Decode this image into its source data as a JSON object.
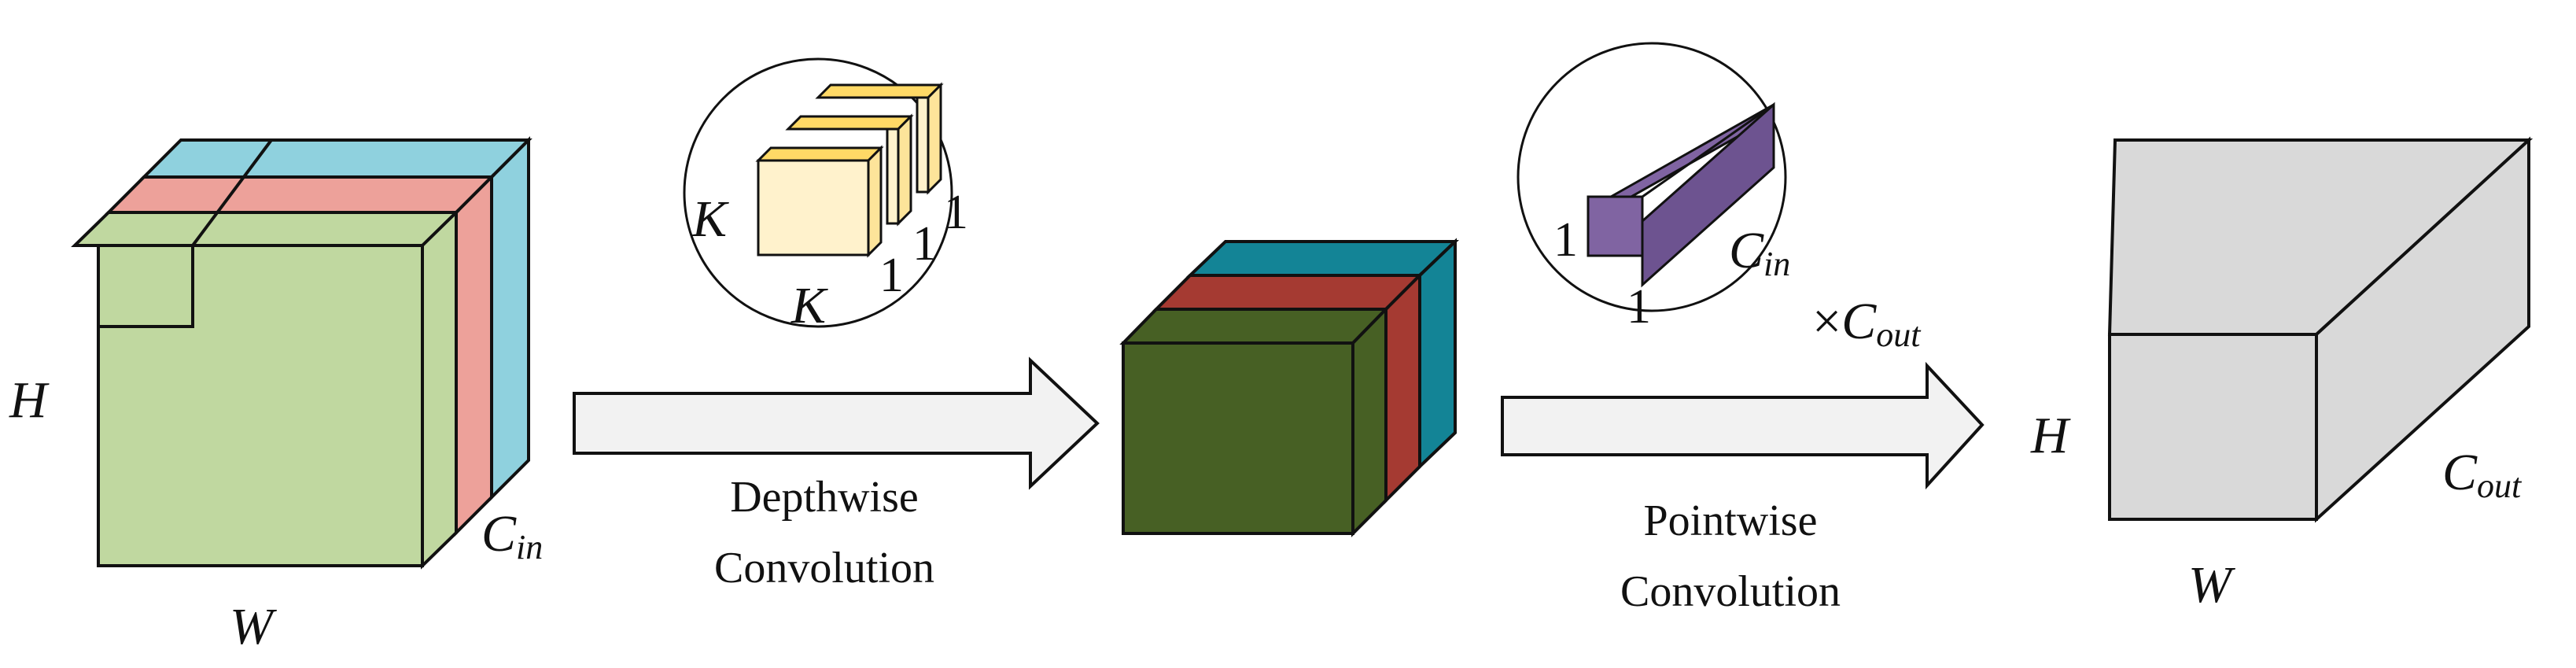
{
  "colors": {
    "input_front": "#c0d8a0",
    "input_red": "#eda19a",
    "input_blue": "#8fd1de",
    "mid_front": "#476024",
    "mid_red": "#a53a32",
    "mid_blue": "#138496",
    "kernel_front": "#fff2cc",
    "kernel_side": "#fde49a",
    "kernel_top": "#ffd966",
    "pointwise_front": "#8064a2",
    "pointwise_side": "#6d5390",
    "output_front": "#d9d9d9",
    "arrow_fill": "#f2f2f2"
  },
  "input_tensor": {
    "height_label": "H",
    "width_label": "W",
    "channel_label_main": "C",
    "channel_label_sub": "in"
  },
  "depthwise": {
    "kernel_height": "K",
    "kernel_width": "K",
    "depth_labels": [
      "1",
      "1",
      "1"
    ],
    "caption_line1": "Depthwise",
    "caption_line2": "Convolution"
  },
  "pointwise": {
    "kernel_height": "1",
    "kernel_width": "1",
    "kernel_depth_main": "C",
    "kernel_depth_sub": "in",
    "multiplier_symbol": "×",
    "multiplier_main": "C",
    "multiplier_sub": "out",
    "caption_line1": "Pointwise",
    "caption_line2": "Convolution"
  },
  "output_tensor": {
    "height_label": "H",
    "width_label": "W",
    "channel_label_main": "C",
    "channel_label_sub": "out"
  }
}
